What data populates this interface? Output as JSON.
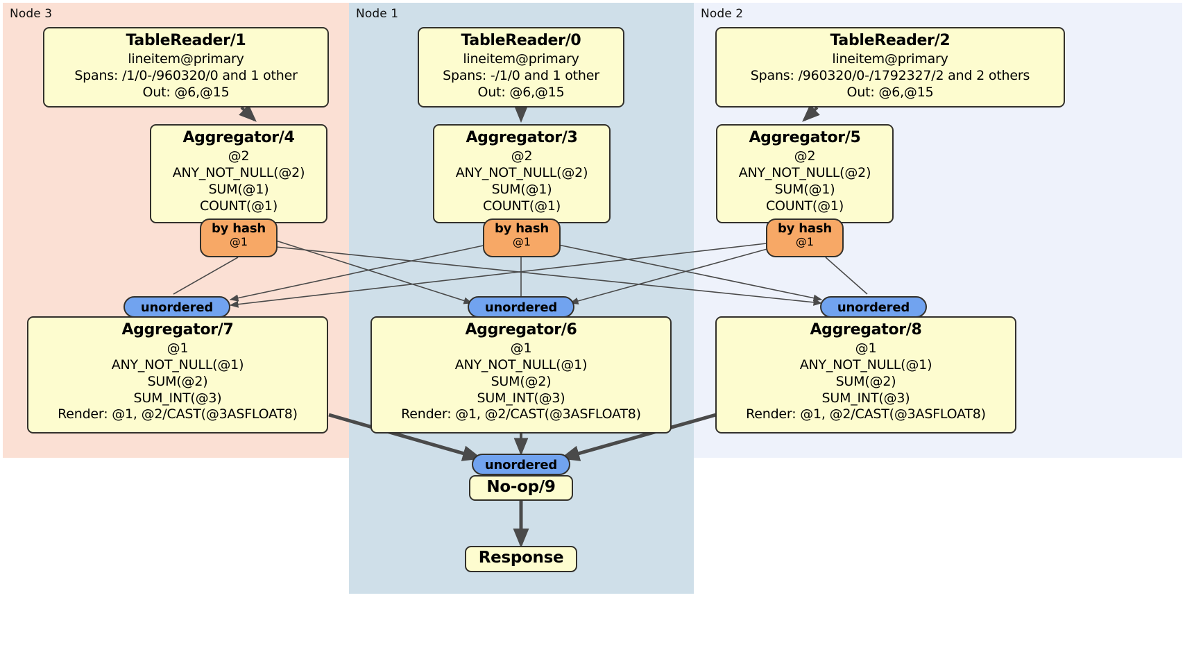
{
  "diagram": {
    "kind": "distributed-query-plan",
    "colors": {
      "node3_bg": "#fbe0d4",
      "node1_bg": "#cfdfe9",
      "node2_bg": "#eef2fb",
      "processor_bg": "#fdfccf",
      "processor_border": "#32302b",
      "hash_router_bg": "#f7a866",
      "unordered_sync_bg": "#71a3ef",
      "edge": "#4a4a4a"
    }
  },
  "regions": [
    {
      "id": "node3",
      "label": "Node 3"
    },
    {
      "id": "node1",
      "label": "Node 1"
    },
    {
      "id": "node2",
      "label": "Node 2"
    }
  ],
  "processors": {
    "table_reader_1": {
      "title": "TableReader/1",
      "lines": [
        "lineitem@primary",
        "Spans: /1/0-/960320/0 and 1 other",
        "Out: @6,@15"
      ]
    },
    "table_reader_0": {
      "title": "TableReader/0",
      "lines": [
        "lineitem@primary",
        "Spans: -/1/0 and 1 other",
        "Out: @6,@15"
      ]
    },
    "table_reader_2": {
      "title": "TableReader/2",
      "lines": [
        "lineitem@primary",
        "Spans: /960320/0-/1792327/2 and 2 others",
        "Out: @6,@15"
      ]
    },
    "aggregator_4": {
      "title": "Aggregator/4",
      "lines": [
        "@2",
        "ANY_NOT_NULL(@2)",
        "SUM(@1)",
        "COUNT(@1)"
      ]
    },
    "aggregator_3": {
      "title": "Aggregator/3",
      "lines": [
        "@2",
        "ANY_NOT_NULL(@2)",
        "SUM(@1)",
        "COUNT(@1)"
      ]
    },
    "aggregator_5": {
      "title": "Aggregator/5",
      "lines": [
        "@2",
        "ANY_NOT_NULL(@2)",
        "SUM(@1)",
        "COUNT(@1)"
      ]
    },
    "aggregator_7": {
      "title": "Aggregator/7",
      "lines": [
        "@1",
        "ANY_NOT_NULL(@1)",
        "SUM(@2)",
        "SUM_INT(@3)",
        "Render: @1, @2/CAST(@3ASFLOAT8)"
      ]
    },
    "aggregator_6": {
      "title": "Aggregator/6",
      "lines": [
        "@1",
        "ANY_NOT_NULL(@1)",
        "SUM(@2)",
        "SUM_INT(@3)",
        "Render: @1, @2/CAST(@3ASFLOAT8)"
      ]
    },
    "aggregator_8": {
      "title": "Aggregator/8",
      "lines": [
        "@1",
        "ANY_NOT_NULL(@1)",
        "SUM(@2)",
        "SUM_INT(@3)",
        "Render: @1, @2/CAST(@3ASFLOAT8)"
      ]
    },
    "no_op_9": {
      "title": "No-op/9",
      "lines": []
    },
    "response": {
      "title": "Response",
      "lines": []
    }
  },
  "routers": {
    "hash_4": {
      "title": "by hash",
      "sub": "@1"
    },
    "hash_3": {
      "title": "by hash",
      "sub": "@1"
    },
    "hash_5": {
      "title": "by hash",
      "sub": "@1"
    }
  },
  "synchronizers": {
    "unordered_7": {
      "title": "unordered"
    },
    "unordered_6": {
      "title": "unordered"
    },
    "unordered_8": {
      "title": "unordered"
    },
    "unordered_9": {
      "title": "unordered"
    }
  }
}
